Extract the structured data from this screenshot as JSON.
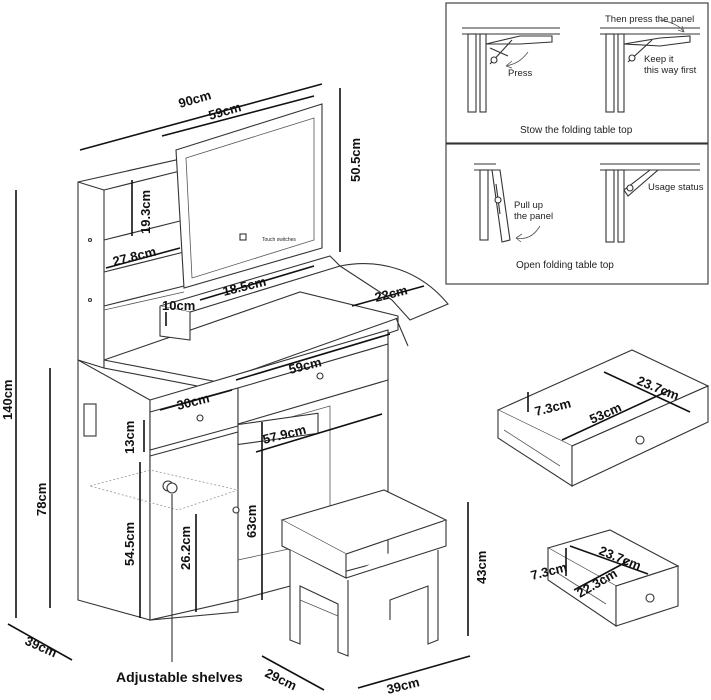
{
  "main_view": {
    "width_total": "90cm",
    "mirror_width": "59cm",
    "mirror_height": "50.5cm",
    "shelf_height": "19.3cm",
    "shelf_width": "27.8cm",
    "tray_depth": "10cm",
    "tray_width": "18.5cm",
    "side_table_width": "22cm",
    "desk_width": "59cm",
    "small_drawer_width": "30cm",
    "drawer_height": "13cm",
    "knee_width": "57.9cm",
    "total_height": "140cm",
    "desk_height": "78cm",
    "cabinet_height": "54.5cm",
    "shelf_gap": "26.2cm",
    "knee_height": "63cm",
    "depth": "39cm",
    "touch_switch_label": "Touch switches",
    "adjustable_shelves_label": "Adjustable shelves"
  },
  "stool": {
    "height": "43cm",
    "depth": "29cm",
    "width": "39cm"
  },
  "large_drawer": {
    "height": "7.3cm",
    "depth": "23.7cm",
    "width": "53cm"
  },
  "small_drawer": {
    "height": "7.3cm",
    "depth": "23.7cm",
    "width": "22.3cm"
  },
  "stow_panel": {
    "step1": "Press",
    "step2": "Then press the panel",
    "step3_line1": "Keep it",
    "step3_line2": "this way first",
    "caption": "Stow the folding table top"
  },
  "open_panel": {
    "step1_line1": "Pull up",
    "step1_line2": "the panel",
    "step2": "Usage status",
    "caption": "Open folding table top"
  }
}
